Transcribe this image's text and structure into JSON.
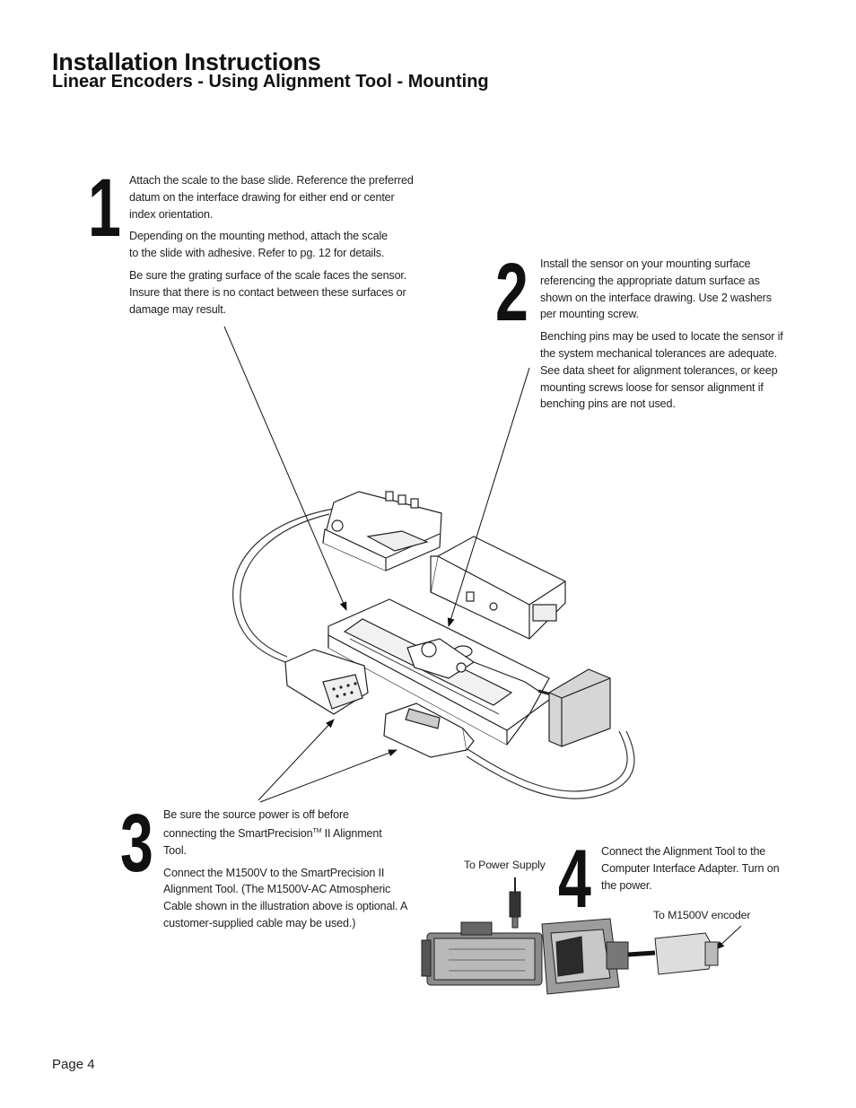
{
  "header": {
    "title": "Installation Instructions",
    "subtitle": "Linear Encoders - Using Alignment Tool - Mounting"
  },
  "steps": [
    {
      "number": "1",
      "paragraphs": [
        "Attach the scale to the base slide. Reference the preferred datum on the interface drawing for either end or center index orientation.",
        "Depending on the mounting method, attach the scale to the slide with adhesive. Refer to pg. 12 for details.",
        "Be sure the grating surface of the scale faces the sensor. Insure that there is no contact between these surfaces or damage may result."
      ]
    },
    {
      "number": "2",
      "paragraphs": [
        "Install the sensor on your mounting surface referencing the appropriate datum surface as shown on the interface drawing. Use 2 washers per mounting screw.",
        "Benching pins may be used to locate the sensor if the system mechanical tolerances are adequate. See data sheet for alignment tolerances, or keep mounting screws loose for sensor alignment if benching pins are not used."
      ]
    },
    {
      "number": "3",
      "paragraphs": [
        "Be sure the source power is off before",
        "Connect the M1500V to the SmartPrecision II Alignment Tool. (The M1500V-AC Atmospheric Cable shown in the illustration above is optional. A customer-supplied cable may be used.)"
      ],
      "line2_prefix": "connecting the SmartPrecision",
      "trademark": "TM",
      "line2_suffix": " II Alignment Tool."
    },
    {
      "number": "4",
      "paragraphs": [
        "Connect the Alignment Tool to the Computer Interface Adapter. Turn on the power."
      ]
    }
  ],
  "captions": {
    "power_supply": "To Power Supply",
    "encoder": "To M1500V encoder"
  },
  "footer": {
    "page": "Page 4"
  }
}
